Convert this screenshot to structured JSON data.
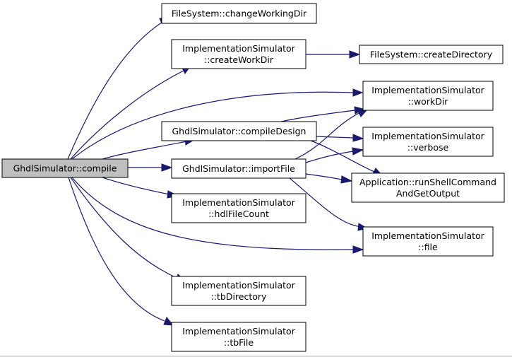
{
  "diagram": {
    "edge_color": "#191970",
    "root_fill": "#bfbfbf",
    "nodes": {
      "compile": [
        "GhdlSimulator::compile"
      ],
      "changeWorkingDir": [
        "FileSystem::changeWorkingDir"
      ],
      "createWorkDir": [
        "ImplementationSimulator",
        "::createWorkDir"
      ],
      "createDirectory": [
        "FileSystem::createDirectory"
      ],
      "workDir": [
        "ImplementationSimulator",
        "::workDir"
      ],
      "compileDesign": [
        "GhdlSimulator::compileDesign"
      ],
      "verbose": [
        "ImplementationSimulator",
        "::verbose"
      ],
      "importFile": [
        "GhdlSimulator::importFile"
      ],
      "runShellCommand": [
        "Application::runShellCommand",
        "AndGetOutput"
      ],
      "hdlFileCount": [
        "ImplementationSimulator",
        "::hdlFileCount"
      ],
      "file": [
        "ImplementationSimulator",
        "::file"
      ],
      "tbDirectory": [
        "ImplementationSimulator",
        "::tbDirectory"
      ],
      "tbFile": [
        "ImplementationSimulator",
        "::tbFile"
      ]
    },
    "edges": [
      [
        "compile",
        "changeWorkingDir"
      ],
      [
        "compile",
        "createWorkDir"
      ],
      [
        "compile",
        "workDir"
      ],
      [
        "compile",
        "compileDesign"
      ],
      [
        "compile",
        "importFile"
      ],
      [
        "compile",
        "hdlFileCount"
      ],
      [
        "compile",
        "file"
      ],
      [
        "compile",
        "tbDirectory"
      ],
      [
        "compile",
        "tbFile"
      ],
      [
        "createWorkDir",
        "createDirectory"
      ],
      [
        "compileDesign",
        "workDir"
      ],
      [
        "compileDesign",
        "verbose"
      ],
      [
        "compileDesign",
        "runShellCommand"
      ],
      [
        "importFile",
        "workDir"
      ],
      [
        "importFile",
        "verbose"
      ],
      [
        "importFile",
        "runShellCommand"
      ],
      [
        "importFile",
        "file"
      ]
    ]
  }
}
